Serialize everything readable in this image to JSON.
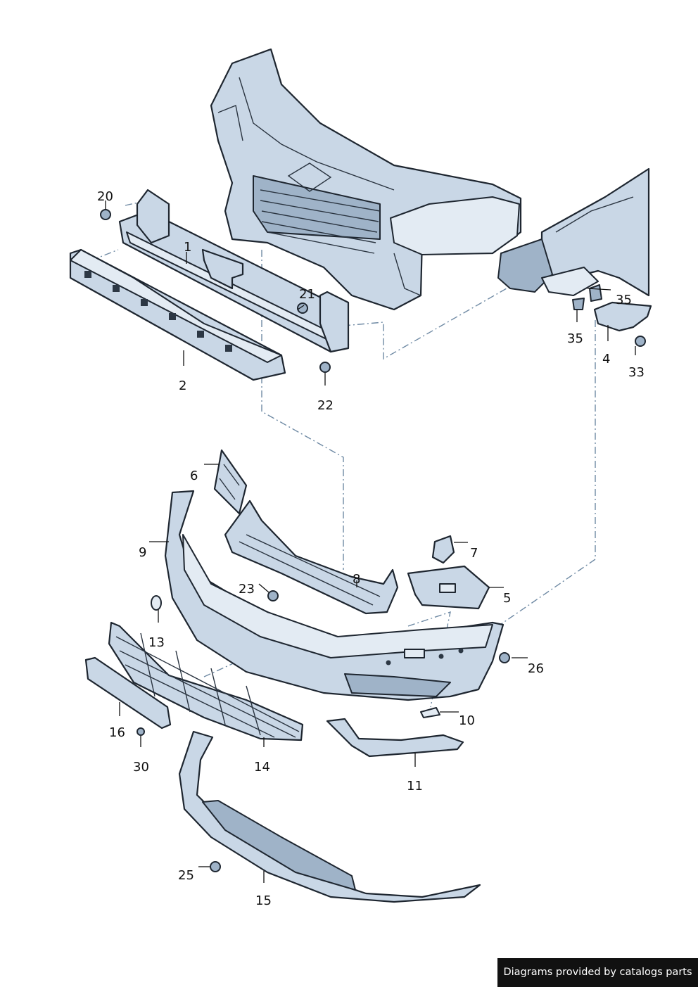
{
  "callouts": {
    "c1": "1",
    "c2": "2",
    "c4": "4",
    "c5": "5",
    "c6": "6",
    "c7": "7",
    "c8": "8",
    "c9": "9",
    "c10": "10",
    "c11": "11",
    "c13": "13",
    "c14": "14",
    "c15": "15",
    "c16": "16",
    "c20": "20",
    "c21": "21",
    "c22": "22",
    "c23": "23",
    "c25": "25",
    "c26": "26",
    "c30": "30",
    "c33": "33",
    "c35a": "35",
    "c35b": "35"
  },
  "footer": {
    "credit": "Diagrams provided by catalogs parts"
  },
  "colors": {
    "part_fill": "#c9d7e6",
    "outline": "#1e2630",
    "credit_bg": "#111111"
  }
}
